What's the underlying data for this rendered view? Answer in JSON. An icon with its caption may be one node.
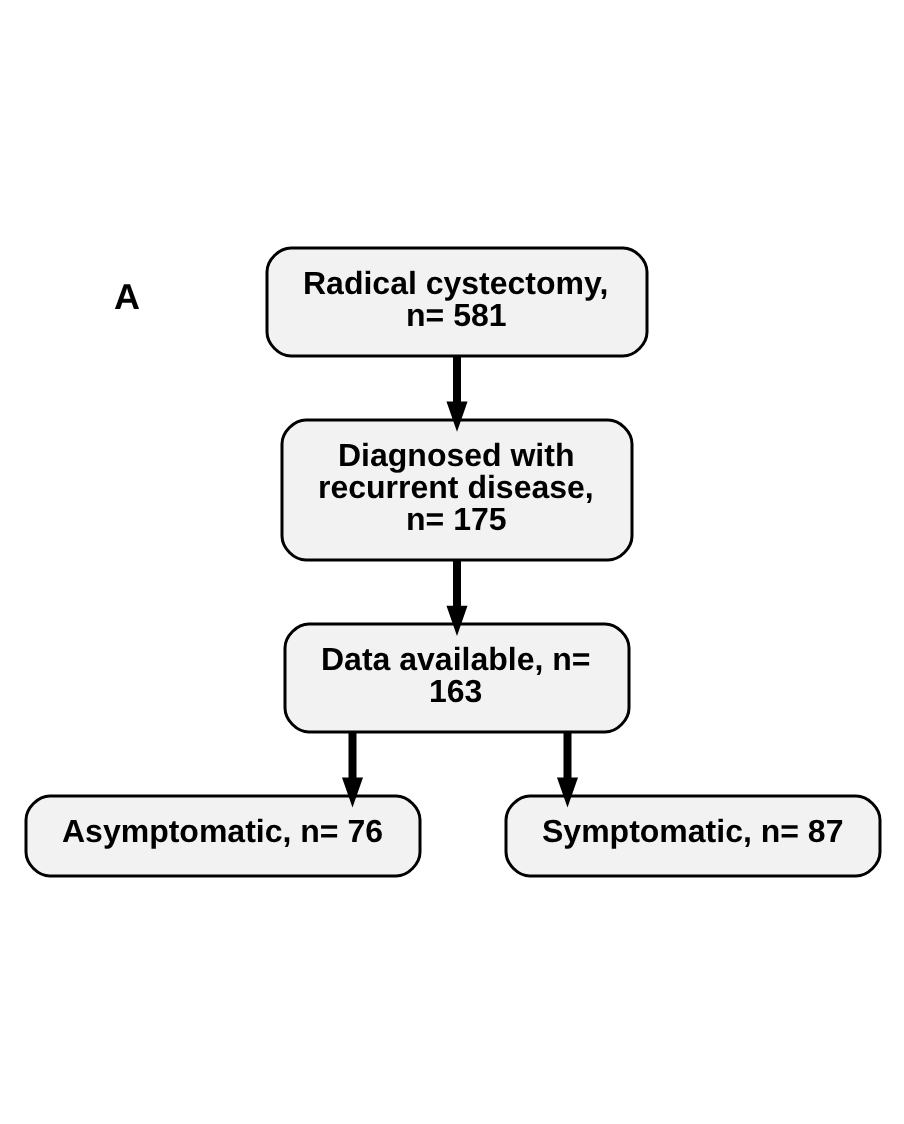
{
  "diagram": {
    "nodes": [
      {
        "text": [
          "Radical cystectomy, n= 581"
        ]
      },
      {
        "text": [
          "Diagnosed with recurrent disease, n= 175"
        ]
      },
      {
        "text": [
          "Data available, n= 163"
        ]
      },
      {
        "text": [
          "Asymptomatic, n= 76"
        ]
      },
      {
        "text": [
          "Symptomatic, n= 87"
        ]
      }
    ],
    "edges": [
      {
        "from": 0,
        "to": 1,
        "arrow": "to"
      },
      {
        "from": 1,
        "to": 2,
        "arrow": "to"
      },
      {
        "from": 2,
        "to": 3,
        "arrow": "to"
      },
      {
        "from": 2,
        "to": 4,
        "arrow": "to"
      }
    ],
    "labels": [
      "A"
    ]
  }
}
